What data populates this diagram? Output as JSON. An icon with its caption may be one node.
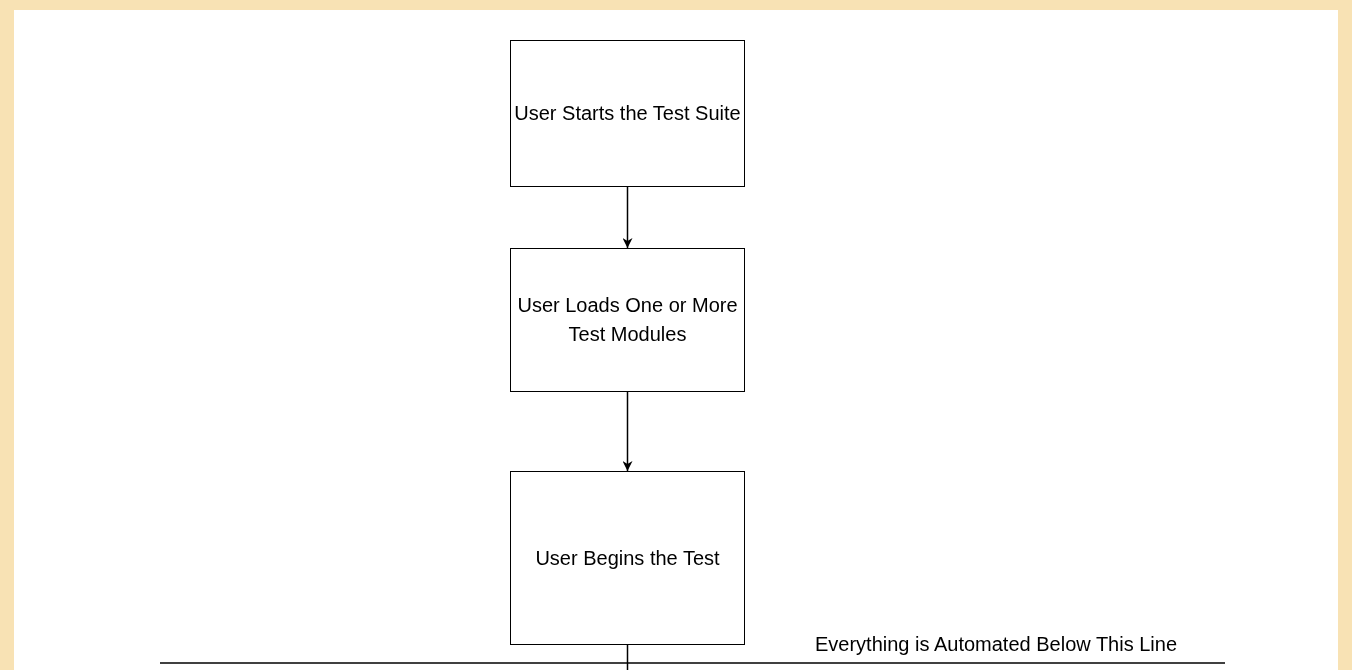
{
  "diagram": {
    "nodes": [
      {
        "text": [
          "User Starts the Test Suite"
        ]
      },
      {
        "text": [
          "User Loads One or More Test Modules"
        ]
      },
      {
        "text": [
          "User Begins the Test"
        ]
      }
    ],
    "edges": [
      {
        "from": 0,
        "to": 1,
        "arrow": "to"
      },
      {
        "from": 1,
        "to": 2,
        "arrow": "to"
      },
      {
        "from": 2,
        "to": null,
        "arrow": "none"
      }
    ],
    "labels": [
      "Everything is Automated Below This Line"
    ]
  }
}
